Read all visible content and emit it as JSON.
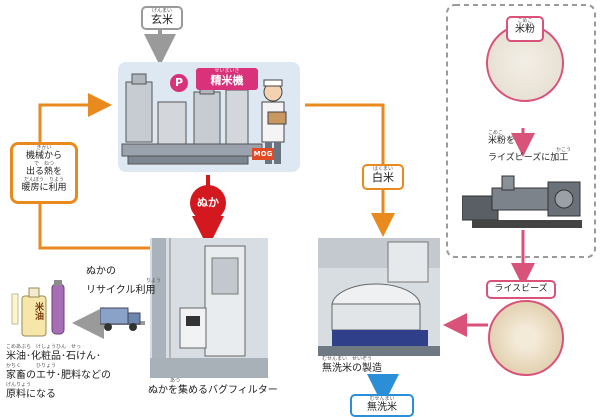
{
  "genmai": {
    "label": "玄米",
    "ruby": "げんまい"
  },
  "seimaiki": {
    "label": "精米機",
    "ruby": "せいまいき"
  },
  "mog_logo": "MOG",
  "p_badge": "P",
  "nuka": {
    "label": "ぬか"
  },
  "hakumai": {
    "label": "白米",
    "ruby": "はくまい"
  },
  "heat_box": {
    "line1": "機械から",
    "line2": "出る熱を",
    "line3": "暖房に利用",
    "ruby1": "きかい",
    "ruby2": "で　ねつ",
    "ruby3": "だんぼう　りよう"
  },
  "komeko": {
    "label": "米粉",
    "ruby": "こめこ"
  },
  "komeko_process": {
    "line1": "米粉を",
    "line2": "ライズビーズに加工",
    "ruby1": "こめこ",
    "ruby2": "かこう"
  },
  "ricebeads": {
    "label": "ライスビーズ"
  },
  "nuka_recycle": {
    "line1": "ぬかの",
    "line2": "リサイクル利用",
    "ruby2": "りよう"
  },
  "bottle_label": "米油",
  "products": {
    "line1": "米油･化粧品･石けん･",
    "line2": "家畜のエサ･肥料などの",
    "line3": "原料になる",
    "ruby1": "こめあぶら　けしょうひん　せっ",
    "ruby2": "かちく　　　ひりょう",
    "ruby3": "げんりょう"
  },
  "bagfilter": {
    "label": "ぬかを集めるバグフィルター",
    "ruby": "あつ"
  },
  "musenmai_seizo": {
    "label": "無洗米の製造",
    "ruby": "むせんまい　せいぞう"
  },
  "musenmai": {
    "label": "無洗米",
    "ruby": "むせんまい"
  },
  "colors": {
    "gray_arrow": "#9a9a9a",
    "orange": "#e88a1e",
    "red": "#d41820",
    "pink": "#d9527a",
    "blue": "#2b8fd8",
    "light_blue": "#dde8f3"
  }
}
